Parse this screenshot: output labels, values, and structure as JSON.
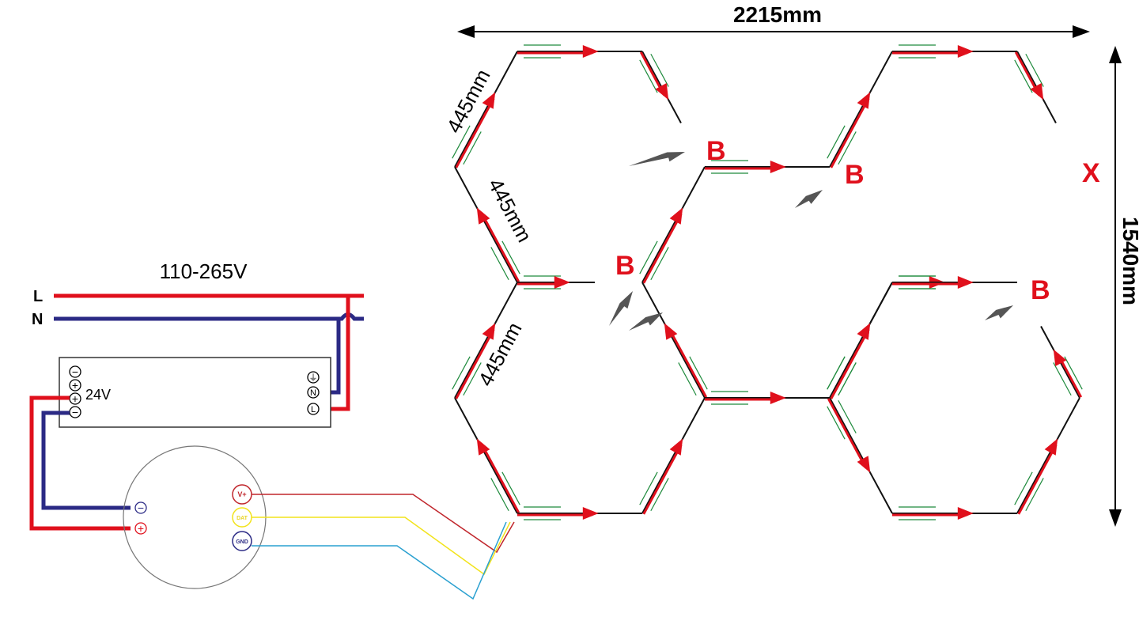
{
  "dimensions": {
    "width_label": "2215mm",
    "height_label": "1540mm",
    "edge_labels": [
      "445mm",
      "445mm",
      "445mm"
    ]
  },
  "mains": {
    "voltage_label": "110-265V",
    "line_label": "L",
    "neutral_label": "N"
  },
  "power_supply": {
    "output_label": "24V",
    "dc_terminals": [
      "⊖",
      "⊕",
      "⊕",
      "⊖"
    ],
    "ac_terminals": [
      "⏚",
      "N",
      "L"
    ]
  },
  "controller": {
    "inputs": [
      "⊖",
      "⊕"
    ],
    "outputs": [
      "V+",
      "DAT",
      "GND"
    ]
  },
  "markers": {
    "break_label": "B",
    "end_label": "X"
  },
  "colors": {
    "path": "#e0101c",
    "line_wire": "#e0101c",
    "neutral_wire": "#2b2a85",
    "vplus": "#c0262c",
    "data": "#f2e31b",
    "gnd": "#2aa0d0",
    "bracket": "#1e8a3c",
    "pointer": "#555555"
  }
}
